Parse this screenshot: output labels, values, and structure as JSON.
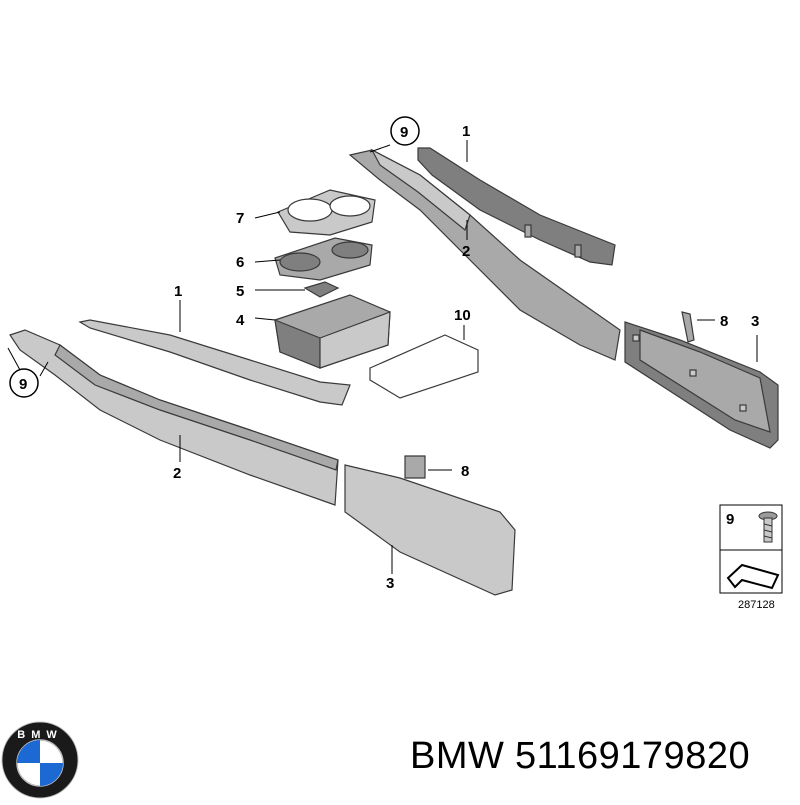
{
  "callouts": {
    "c1_left": "1",
    "c2_left": "2",
    "c3_left": "3",
    "c4": "4",
    "c5": "5",
    "c6": "6",
    "c7": "7",
    "c8_left": "8",
    "c9_left": "9",
    "c10": "10",
    "c1_right": "1",
    "c2_right": "2",
    "c3_right": "3",
    "c8_right": "8",
    "c9_right": "9"
  },
  "legend": {
    "item_number": "9",
    "diagram_number": "287128"
  },
  "caption": {
    "brand": "BMW",
    "part_number": "51169179820"
  },
  "logo": {
    "text": "BMW",
    "colors": {
      "blue": "#1c69d4",
      "ring": "#1a1a1a",
      "white": "#ffffff"
    }
  }
}
